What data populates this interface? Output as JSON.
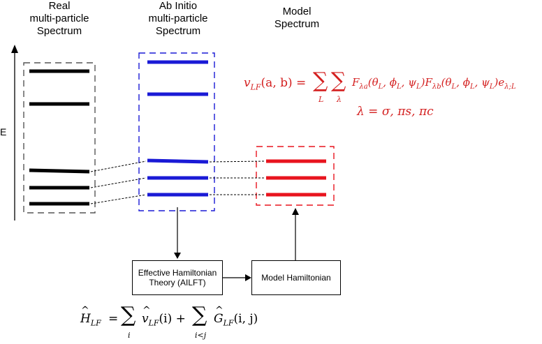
{
  "titles": {
    "real": [
      "Real",
      "multi-particle",
      "Spectrum"
    ],
    "abinitio": [
      "Ab Initio",
      "multi-particle",
      "Spectrum"
    ],
    "model": [
      "Model",
      "Spectrum"
    ]
  },
  "axis_label": "E",
  "boxes": {
    "effective": [
      "Effective Hamiltonian",
      "Theory (AILFT)"
    ],
    "model_hamiltonian": "Model Hamiltonian"
  },
  "colors": {
    "black": "#000000",
    "blue": "#1a1ad6",
    "red": "#e8141e",
    "red_text": "#d42020"
  },
  "equations": {
    "vlf_lhs": "v",
    "vlf_lhs_sub": "LF",
    "vlf_args": "(a, b) =",
    "sum1_sub": "L",
    "sum2_sub": "λ",
    "F1": "F",
    "F1_sub": "λa",
    "F1_args": "(θ",
    "L_sub": "L",
    "comma1": ", ϕ",
    "comma2": ", ψ",
    "close1": ")",
    "F2": "F",
    "F2_sub": "λb",
    "e": "e",
    "e_sub": "λ;L",
    "lambda_line": "λ = σ, πs, πc",
    "H": "H",
    "H_hat": "^",
    "H_sub": "LF",
    "eq_sign": "=",
    "v": "v",
    "v_hat": "^",
    "v_sub": "LF",
    "v_args": "(i) +",
    "sum_i_sub": "i",
    "sum_ij_sub": "i<j",
    "G": "G",
    "G_hat": "^",
    "G_sub": "LF",
    "G_args": "(i, j)",
    "sigma": "∑"
  }
}
